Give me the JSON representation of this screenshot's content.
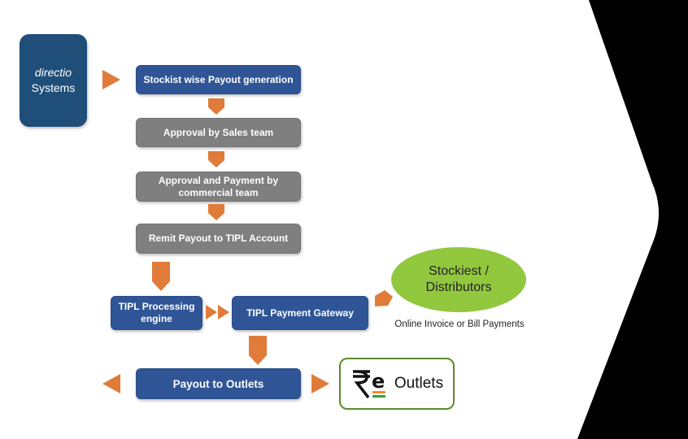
{
  "diagram": {
    "source": {
      "line1": "directio",
      "line2": "Systems"
    },
    "steps": [
      "Stockist wise Payout generation",
      "Approval by Sales team",
      "Approval and Payment by commercial team",
      "Remit Payout to TIPL Account"
    ],
    "processing_engine": {
      "line1": "TIPL Processing",
      "line2": "engine"
    },
    "payment_gateway": "TIPL Payment Gateway",
    "stockiest": {
      "line1": "Stockiest /",
      "line2": "Distributors"
    },
    "stockiest_caption": "Online Invoice or Bill Payments",
    "payout": "Payout to Outlets",
    "outlets_logo": {
      "symbol": "₹e",
      "label": "Outlets"
    },
    "colors": {
      "arrow": "#e07b39",
      "step_blue": "#2f5597",
      "step_gray": "#7f7f7f",
      "source_navy": "#1f4e79",
      "ellipse_green": "#92c83e",
      "logo_border": "#5b8c2e"
    }
  }
}
